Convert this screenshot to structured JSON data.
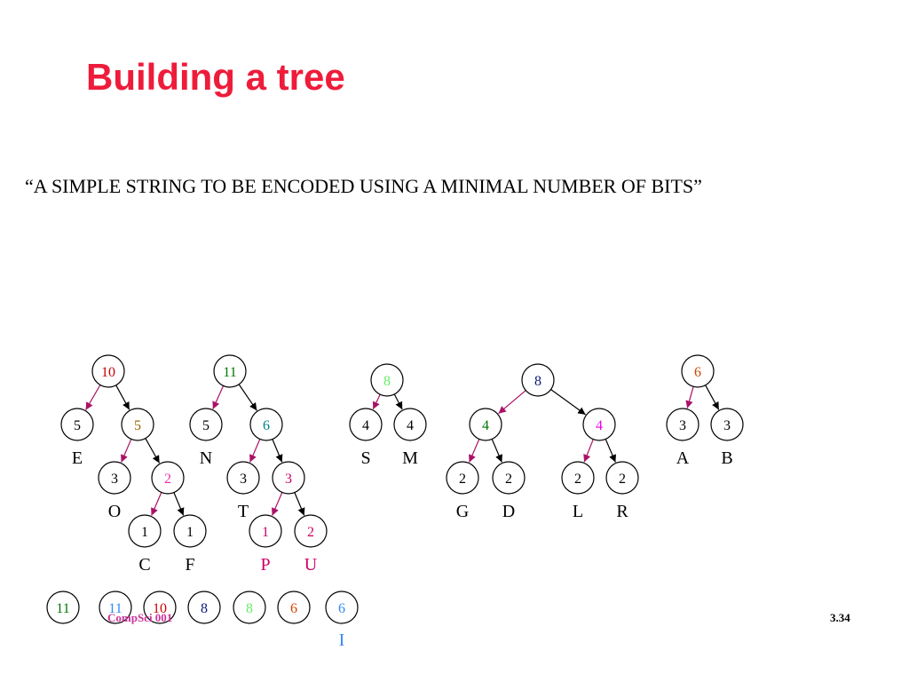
{
  "title": "Building a tree",
  "subtitle": "“A SIMPLE STRING TO BE ENCODED USING A MINIMAL NUMBER OF BITS”",
  "footer": {
    "course": "CompSci 001",
    "page": "3.34"
  },
  "colors": {
    "title": "#ee1c3a",
    "black": "#000000",
    "edge_magenta": "#aa1166",
    "red": "#cc0000",
    "green": "#007700",
    "brown": "#996600",
    "pink": "#ee33aa",
    "teal": "#008080",
    "lightgreen": "#66ee66",
    "navy": "#0a1a77",
    "orange": "#cc4400",
    "lightblue": "#3388ee",
    "magenta": "#ee00ee",
    "purple": "#cc0066"
  },
  "nodes": [
    {
      "id": "n10",
      "value": "10",
      "color": "red"
    },
    {
      "id": "n5e",
      "value": "5",
      "color": "black"
    },
    {
      "id": "n5b",
      "value": "5",
      "color": "brown"
    },
    {
      "id": "n3o",
      "value": "3",
      "color": "black"
    },
    {
      "id": "n2p",
      "value": "2",
      "color": "pink"
    },
    {
      "id": "n1c",
      "value": "1",
      "color": "black"
    },
    {
      "id": "n1f",
      "value": "1",
      "color": "black"
    },
    {
      "id": "n11",
      "value": "11",
      "color": "green"
    },
    {
      "id": "n5n",
      "value": "5",
      "color": "black"
    },
    {
      "id": "n6t",
      "value": "6",
      "color": "teal"
    },
    {
      "id": "n3t",
      "value": "3",
      "color": "black"
    },
    {
      "id": "n3r",
      "value": "3",
      "color": "purple"
    },
    {
      "id": "n1p",
      "value": "1",
      "color": "purple"
    },
    {
      "id": "n2u",
      "value": "2",
      "color": "purple"
    },
    {
      "id": "n8g",
      "value": "8",
      "color": "lightgreen"
    },
    {
      "id": "n4s",
      "value": "4",
      "color": "black"
    },
    {
      "id": "n4m",
      "value": "4",
      "color": "black"
    },
    {
      "id": "n8n",
      "value": "8",
      "color": "navy"
    },
    {
      "id": "n4g",
      "value": "4",
      "color": "green"
    },
    {
      "id": "n4x",
      "value": "4",
      "color": "magenta"
    },
    {
      "id": "n2g",
      "value": "2",
      "color": "black"
    },
    {
      "id": "n2d",
      "value": "2",
      "color": "black"
    },
    {
      "id": "n2l",
      "value": "2",
      "color": "black"
    },
    {
      "id": "n2r",
      "value": "2",
      "color": "black"
    },
    {
      "id": "n6o",
      "value": "6",
      "color": "orange"
    },
    {
      "id": "n3a",
      "value": "3",
      "color": "black"
    },
    {
      "id": "n3b",
      "value": "3",
      "color": "black"
    },
    {
      "id": "q11a",
      "value": "11",
      "color": "green"
    },
    {
      "id": "q11b",
      "value": "11",
      "color": "lightblue"
    },
    {
      "id": "q10",
      "value": "10",
      "color": "red"
    },
    {
      "id": "q8a",
      "value": "8",
      "color": "navy"
    },
    {
      "id": "q8b",
      "value": "8",
      "color": "lightgreen"
    },
    {
      "id": "q6a",
      "value": "6",
      "color": "orange"
    },
    {
      "id": "q6b",
      "value": "6",
      "color": "lightblue"
    }
  ],
  "edges": [
    {
      "from": "n10",
      "to": "n5e",
      "color": "edge_magenta"
    },
    {
      "from": "n10",
      "to": "n5b",
      "color": "black"
    },
    {
      "from": "n5b",
      "to": "n3o",
      "color": "edge_magenta"
    },
    {
      "from": "n5b",
      "to": "n2p",
      "color": "black"
    },
    {
      "from": "n2p",
      "to": "n1c",
      "color": "edge_magenta"
    },
    {
      "from": "n2p",
      "to": "n1f",
      "color": "black"
    },
    {
      "from": "n11",
      "to": "n5n",
      "color": "edge_magenta"
    },
    {
      "from": "n11",
      "to": "n6t",
      "color": "black"
    },
    {
      "from": "n6t",
      "to": "n3t",
      "color": "edge_magenta"
    },
    {
      "from": "n6t",
      "to": "n3r",
      "color": "black"
    },
    {
      "from": "n3r",
      "to": "n1p",
      "color": "edge_magenta"
    },
    {
      "from": "n3r",
      "to": "n2u",
      "color": "black"
    },
    {
      "from": "n8g",
      "to": "n4s",
      "color": "edge_magenta"
    },
    {
      "from": "n8g",
      "to": "n4m",
      "color": "black"
    },
    {
      "from": "n8n",
      "to": "n4g",
      "color": "edge_magenta"
    },
    {
      "from": "n8n",
      "to": "n4x",
      "color": "black"
    },
    {
      "from": "n4g",
      "to": "n2g",
      "color": "edge_magenta"
    },
    {
      "from": "n4g",
      "to": "n2d",
      "color": "black"
    },
    {
      "from": "n4x",
      "to": "n2l",
      "color": "edge_magenta"
    },
    {
      "from": "n4x",
      "to": "n2r",
      "color": "black"
    },
    {
      "from": "n6o",
      "to": "n3a",
      "color": "edge_magenta"
    },
    {
      "from": "n6o",
      "to": "n3b",
      "color": "black"
    }
  ],
  "letters": [
    {
      "id": "lE",
      "text": "E",
      "color": "black"
    },
    {
      "id": "lO",
      "text": "O",
      "color": "black"
    },
    {
      "id": "lC",
      "text": "C",
      "color": "black"
    },
    {
      "id": "lF",
      "text": "F",
      "color": "black"
    },
    {
      "id": "lN",
      "text": "N",
      "color": "black"
    },
    {
      "id": "lT",
      "text": "T",
      "color": "black"
    },
    {
      "id": "lP",
      "text": "P",
      "color": "purple"
    },
    {
      "id": "lU",
      "text": "U",
      "color": "purple"
    },
    {
      "id": "lS",
      "text": "S",
      "color": "black"
    },
    {
      "id": "lM",
      "text": "M",
      "color": "black"
    },
    {
      "id": "lG",
      "text": "G",
      "color": "black"
    },
    {
      "id": "lD",
      "text": "D",
      "color": "black"
    },
    {
      "id": "lL",
      "text": "L",
      "color": "black"
    },
    {
      "id": "lR",
      "text": "R",
      "color": "black"
    },
    {
      "id": "lA",
      "text": "A",
      "color": "black"
    },
    {
      "id": "lB",
      "text": "B",
      "color": "black"
    },
    {
      "id": "lI",
      "text": "I",
      "color": "lightblue"
    }
  ]
}
